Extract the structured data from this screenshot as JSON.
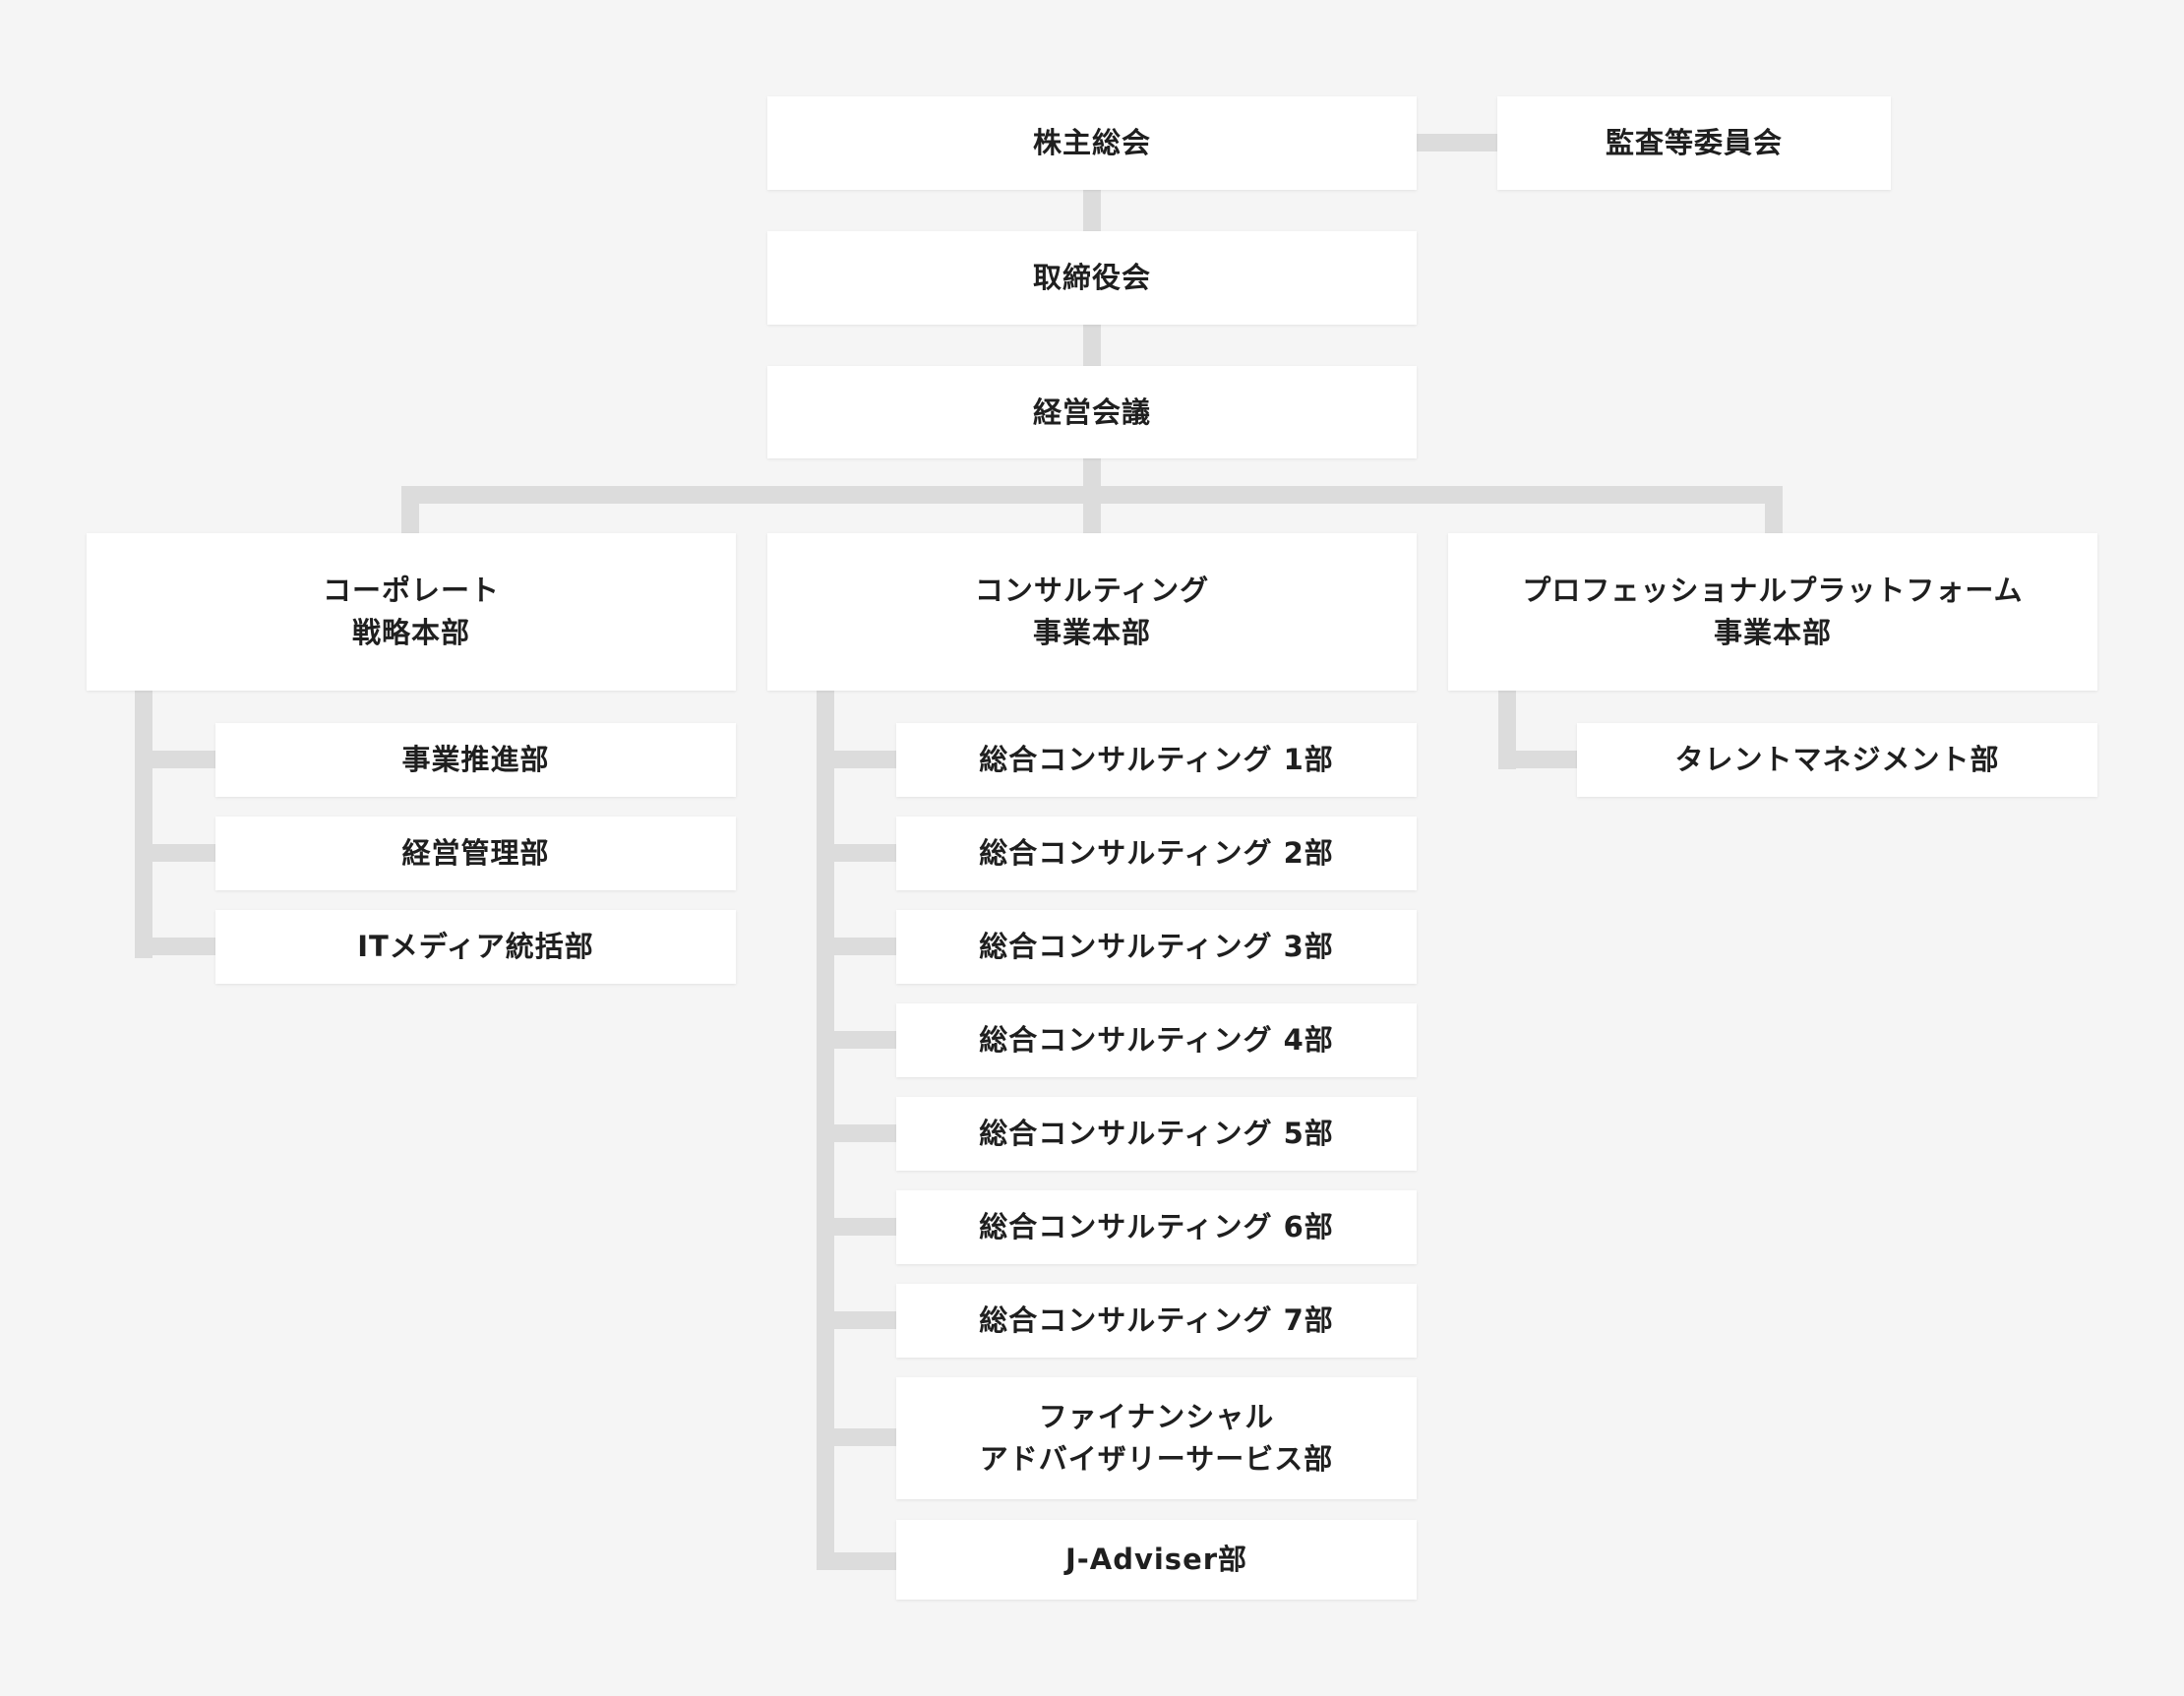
{
  "colors": {
    "background": "#f5f5f5",
    "box": "#ffffff",
    "connector": "#dcdcdc",
    "text": "#1f1f1f"
  },
  "org": {
    "top": {
      "shareholders_meeting": "株主総会",
      "audit_committee": "監査等委員会",
      "board": "取締役会",
      "management_meeting": "経営会議"
    },
    "divisions": [
      {
        "lines": [
          "コーポレート",
          "戦略本部"
        ],
        "departments": [
          {
            "lines": [
              "事業推進部"
            ]
          },
          {
            "lines": [
              "経営管理部"
            ]
          },
          {
            "lines": [
              "ITメディア統括部"
            ]
          }
        ]
      },
      {
        "lines": [
          "コンサルティング",
          "事業本部"
        ],
        "departments": [
          {
            "lines": [
              "総合コンサルティング 1部"
            ]
          },
          {
            "lines": [
              "総合コンサルティング 2部"
            ]
          },
          {
            "lines": [
              "総合コンサルティング 3部"
            ]
          },
          {
            "lines": [
              "総合コンサルティング 4部"
            ]
          },
          {
            "lines": [
              "総合コンサルティング 5部"
            ]
          },
          {
            "lines": [
              "総合コンサルティング 6部"
            ]
          },
          {
            "lines": [
              "総合コンサルティング 7部"
            ]
          },
          {
            "lines": [
              "ファイナンシャル",
              "アドバイザリーサービス部"
            ]
          },
          {
            "lines": [
              "J-Adviser部"
            ]
          }
        ]
      },
      {
        "lines": [
          "プロフェッショナルプラットフォーム",
          "事業本部"
        ],
        "departments": [
          {
            "lines": [
              "タレントマネジメント部"
            ]
          }
        ]
      }
    ]
  }
}
